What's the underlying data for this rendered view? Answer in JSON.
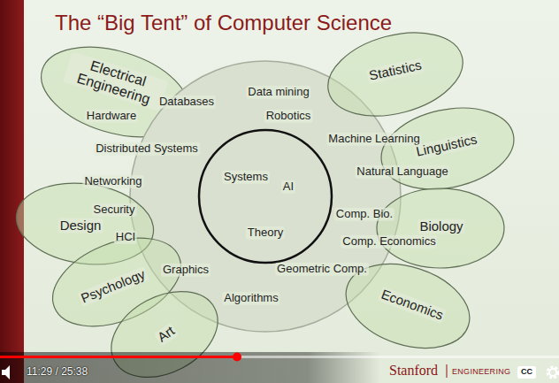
{
  "diagram": {
    "title": "The “Big Tent” of Computer Science",
    "nodes": [
      {
        "text": [
          "Electrical Engineering",
          "Hardware"
        ]
      },
      {
        "text": [
          "Data mining",
          "Databases",
          "Robotics",
          "Machine Learning",
          "Distributed Systems",
          "Natural Language",
          "Networking",
          "Security",
          "Comp. Bio.",
          "HCI",
          "Comp. Economics",
          "Geometric Comp.",
          "Graphics",
          "Algorithms"
        ]
      },
      {
        "text": [
          "Systems",
          "AI",
          "Theory"
        ],
        "in": 1
      },
      {
        "text": [
          "Statistics"
        ]
      },
      {
        "text": [
          "Linguistics"
        ]
      },
      {
        "text": [
          "Design"
        ]
      },
      {
        "text": [
          "Biology"
        ]
      },
      {
        "text": [
          "Psychology"
        ]
      },
      {
        "text": [
          "Economics"
        ]
      },
      {
        "text": [
          "Art"
        ]
      }
    ],
    "labels": [
      "11:29 / 25:38",
      "Stanford",
      "ENGINEERING",
      "CC"
    ]
  }
}
